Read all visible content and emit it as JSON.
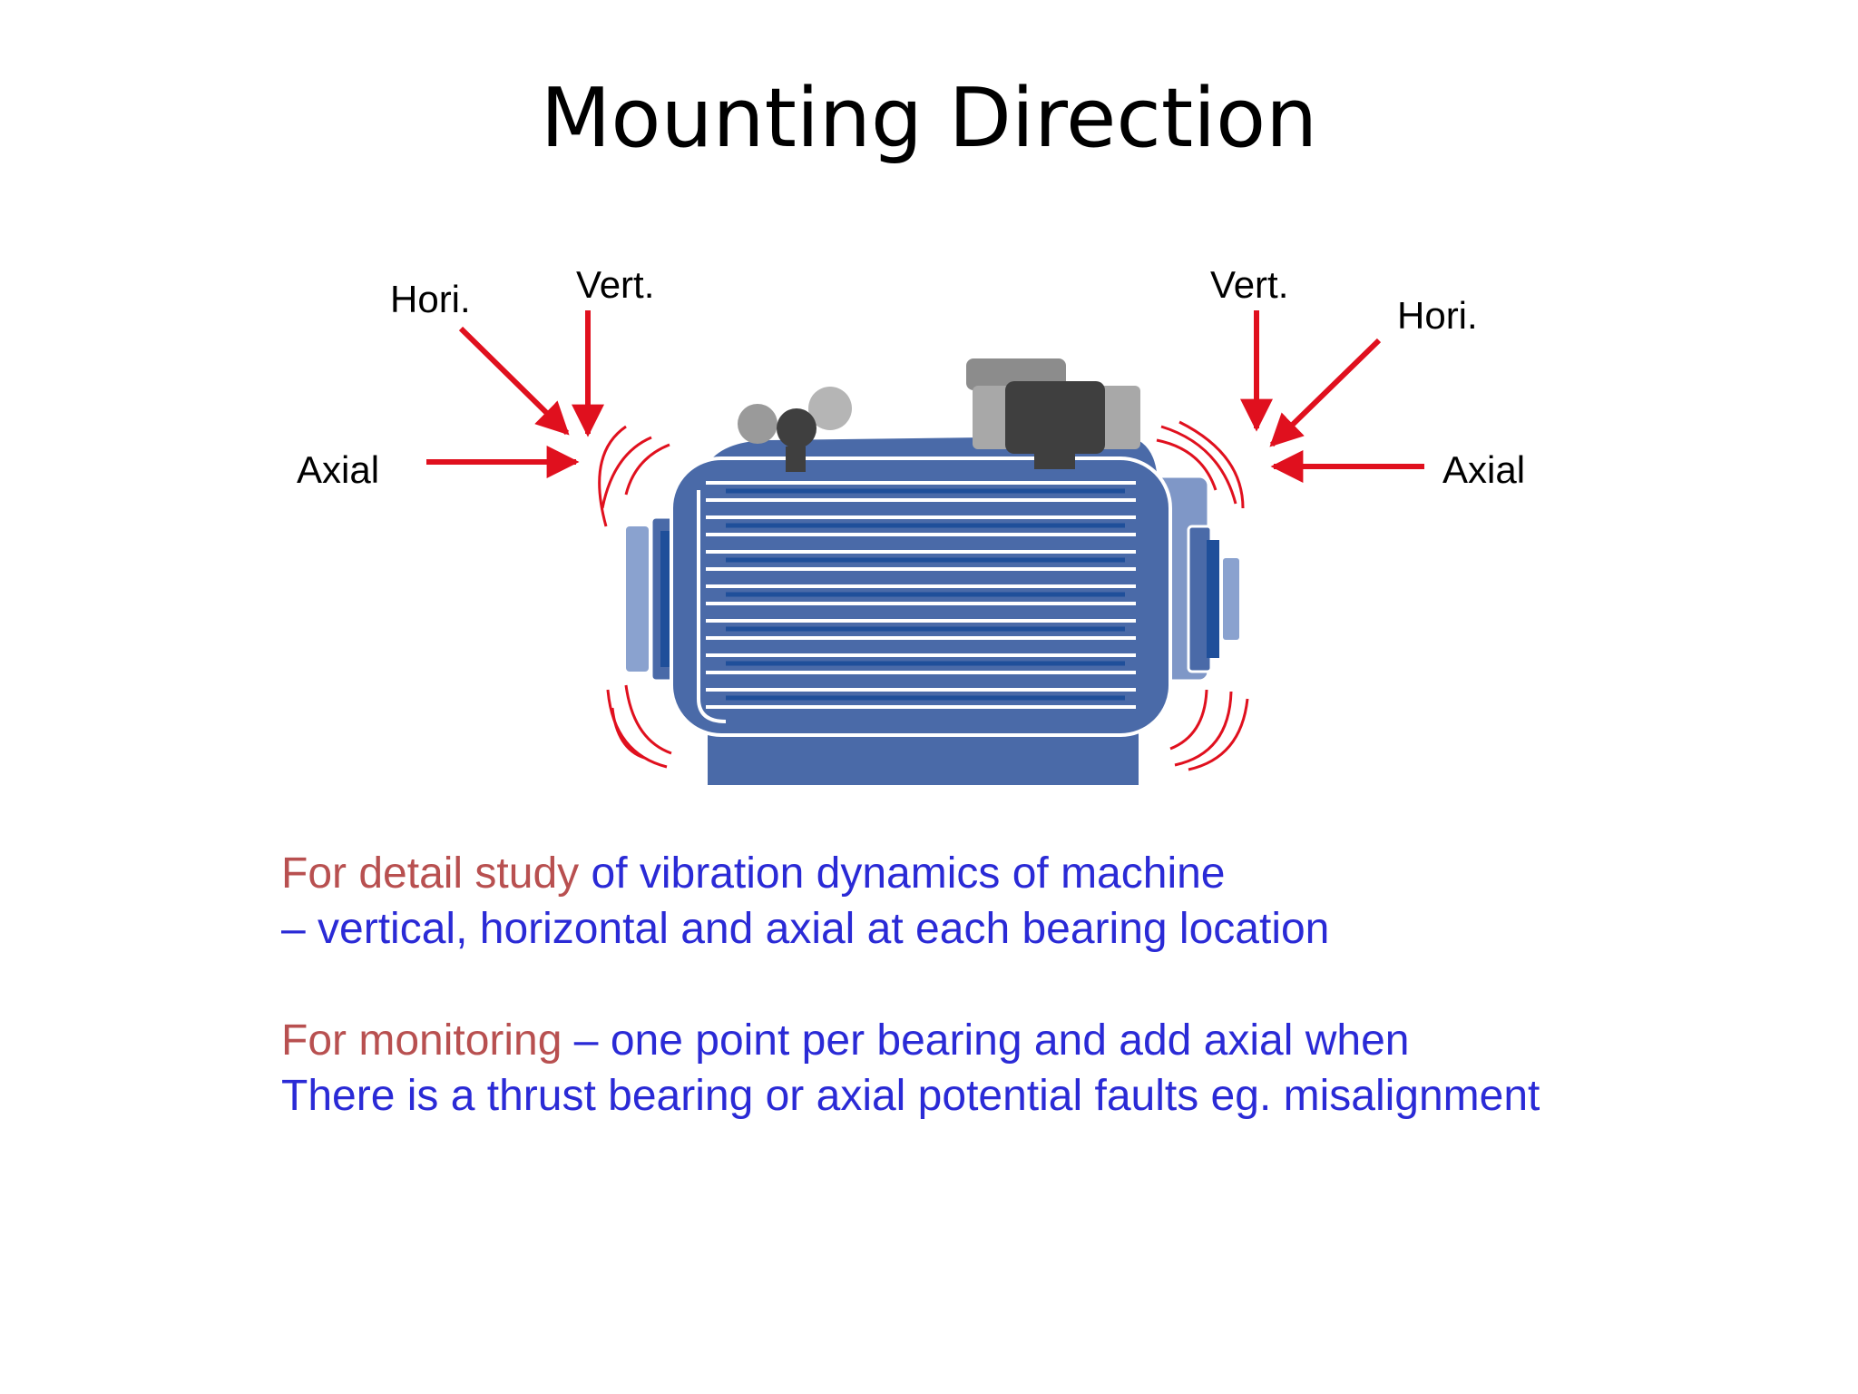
{
  "slide": {
    "title": "Mounting Direction",
    "labels": {
      "left_hori": "Hori.",
      "left_vert": "Vert.",
      "left_axial": "Axial",
      "right_vert": "Vert.",
      "right_hori": "Hori.",
      "right_axial": "Axial"
    },
    "paragraph1": {
      "accent": "For detail study",
      "rest1": "of vibration dynamics of machine",
      "line2": "– vertical, horizontal and axial at each bearing location"
    },
    "paragraph2": {
      "accent": "For monitoring",
      "rest1": "– one point per bearing and add axial when",
      "line2": "There is a thrust bearing or axial potential faults eg. misalignment"
    }
  },
  "colors": {
    "arrow": "#e0101e",
    "motor_body": "#4a6aa8",
    "motor_dark": "#1f4f9a",
    "accent_text": "#b85050",
    "body_text": "#2a2ad6"
  },
  "icons": {
    "arrow": "red-arrow-icon",
    "motor": "electric-motor-illustration"
  }
}
